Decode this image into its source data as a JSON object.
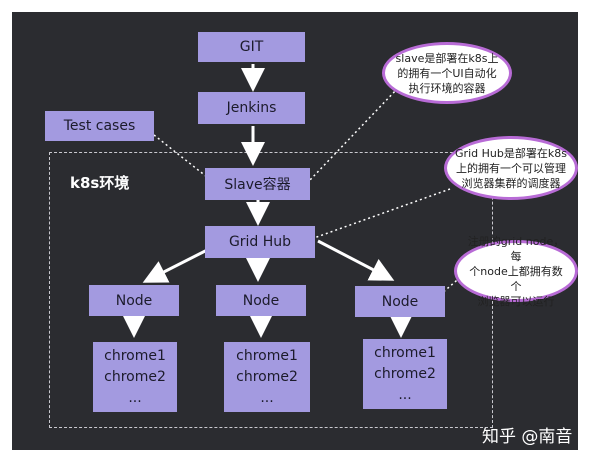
{
  "environment": {
    "label": "k8s环境"
  },
  "nodes": {
    "git": "GIT",
    "jenkins": "Jenkins",
    "test_cases": "Test cases",
    "slave": "Slave容器",
    "grid_hub": "Grid Hub",
    "node": "Node",
    "chrome_lines": [
      "chrome1",
      "chrome2",
      "..."
    ]
  },
  "notes": {
    "slave_note": [
      "slave是部署在k8s上",
      "的拥有一个UI自动化",
      "执行环境的容器"
    ],
    "hub_note": [
      "Grid Hub是部署在k8s",
      "上的拥有一个可以管理",
      "浏览器集群的调度器"
    ],
    "node_note": [
      "注册的grid node，每",
      "个node上都拥有数个",
      "浏览器可以运行"
    ]
  },
  "watermark": "知乎 @南音"
}
